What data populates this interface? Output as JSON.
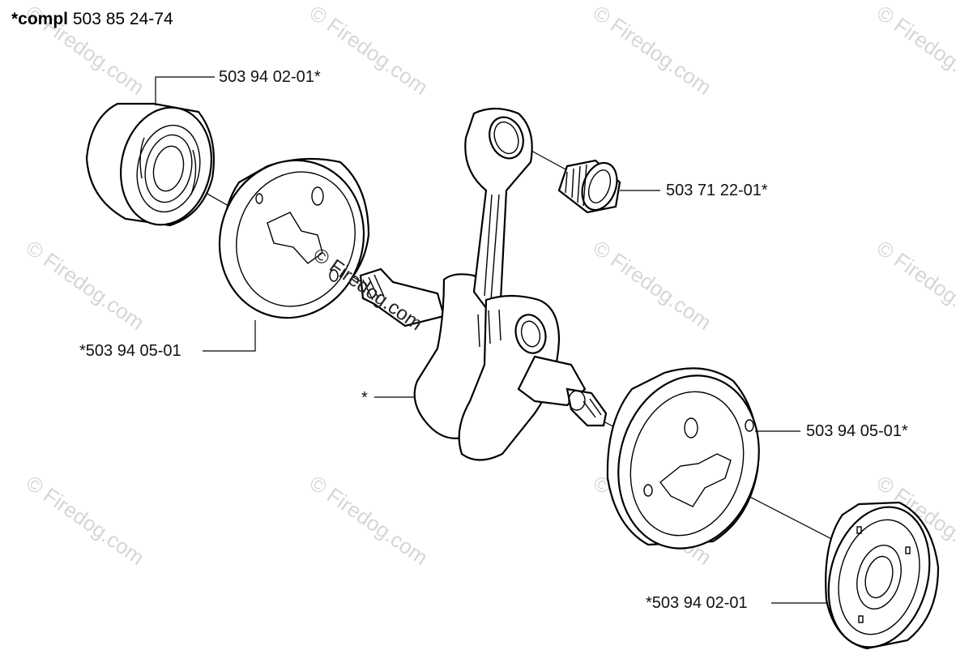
{
  "header": {
    "prefix": "*compl",
    "number": "503 85 24-74"
  },
  "watermark": {
    "text": "© Firedog.com"
  },
  "callouts": {
    "bearing_left": "503 94 02-01*",
    "needle_bearing": "503 71 22-01*",
    "washer_left": "*503 94 05-01",
    "crankshaft": "*",
    "washer_right": "503 94 05-01*",
    "bearing_right": "*503 94 02-01"
  }
}
